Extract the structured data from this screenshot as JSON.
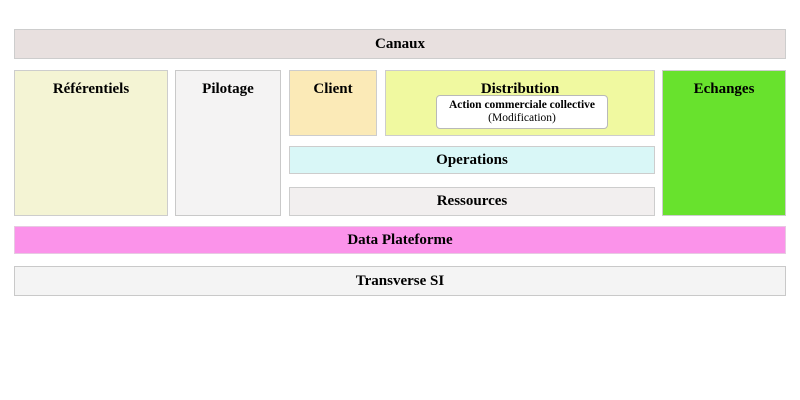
{
  "diagram": {
    "title": "Canaux",
    "header": {
      "label": "Canaux"
    },
    "columns": {
      "referentiels": {
        "label": "Référentiels",
        "color": "#f4f4d4"
      },
      "pilotage": {
        "label": "Pilotage",
        "color": "#f4f3f3"
      },
      "client": {
        "label": "Client",
        "color": "#fbeab7"
      },
      "distribution": {
        "label": "Distribution",
        "color": "#f0f9a0",
        "callout": {
          "title": "Action commerciale collective",
          "subtitle": "(Modification)"
        }
      },
      "echanges": {
        "label": "Echanges",
        "color": "#68e22d"
      }
    },
    "rows": {
      "operations": {
        "label": "Operations",
        "color": "#d9f7f7"
      },
      "ressources": {
        "label": "Ressources",
        "color": "#f2efef"
      }
    },
    "footer": {
      "data_plateforme": {
        "label": "Data Plateforme",
        "color": "#fb93ea"
      },
      "transverse_si": {
        "label": "Transverse SI",
        "color": "#f4f4f4"
      }
    }
  }
}
